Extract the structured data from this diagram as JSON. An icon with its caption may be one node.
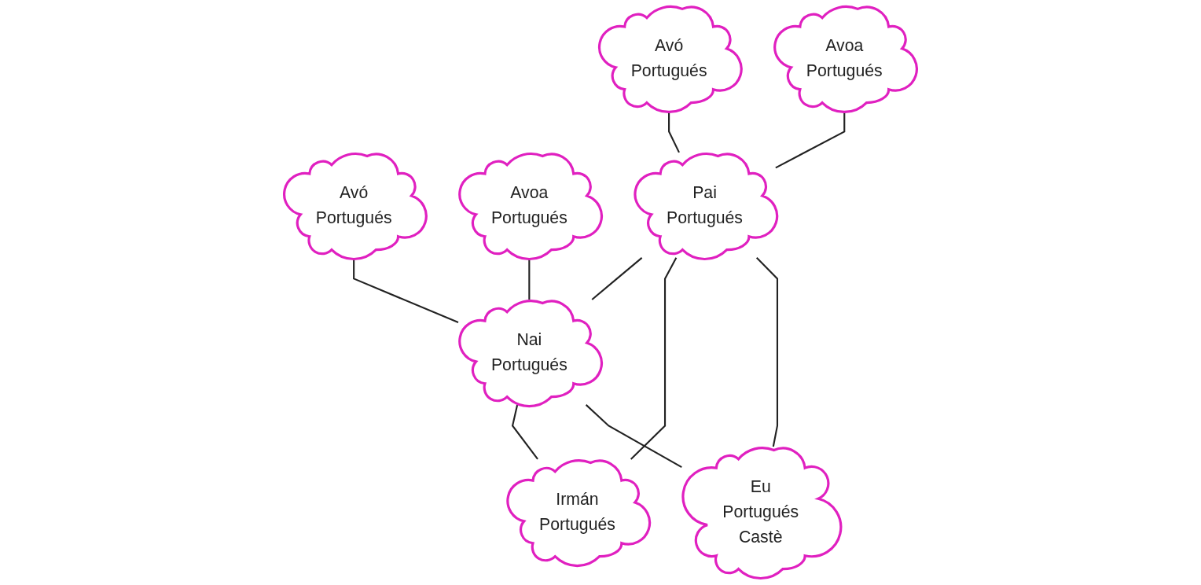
{
  "diagram": {
    "nodes": [
      {
        "text": [
          "Avó",
          "Portugués"
        ]
      },
      {
        "text": [
          "Avoa",
          "Portugués"
        ]
      },
      {
        "text": [
          "Avó",
          "Portugués"
        ]
      },
      {
        "text": [
          "Avoa",
          "Portugués"
        ]
      },
      {
        "text": [
          "Pai",
          "Portugués"
        ]
      },
      {
        "text": [
          "Nai",
          "Portugués"
        ]
      },
      {
        "text": [
          "Irmán",
          "Portugués"
        ]
      },
      {
        "text": [
          "Eu",
          "Portugués",
          "Castè"
        ]
      }
    ],
    "edges": [
      {
        "from": 0,
        "to": 4,
        "arrow": "none"
      },
      {
        "from": 1,
        "to": 4,
        "arrow": "none"
      },
      {
        "from": 2,
        "to": 5,
        "arrow": "none"
      },
      {
        "from": 3,
        "to": 5,
        "arrow": "none"
      },
      {
        "from": 4,
        "to": 5,
        "arrow": "none"
      },
      {
        "from": 4,
        "to": 6,
        "arrow": "none"
      },
      {
        "from": 5,
        "to": 6,
        "arrow": "none"
      },
      {
        "from": 4,
        "to": 7,
        "arrow": "none"
      },
      {
        "from": 5,
        "to": 7,
        "arrow": "none"
      }
    ]
  }
}
